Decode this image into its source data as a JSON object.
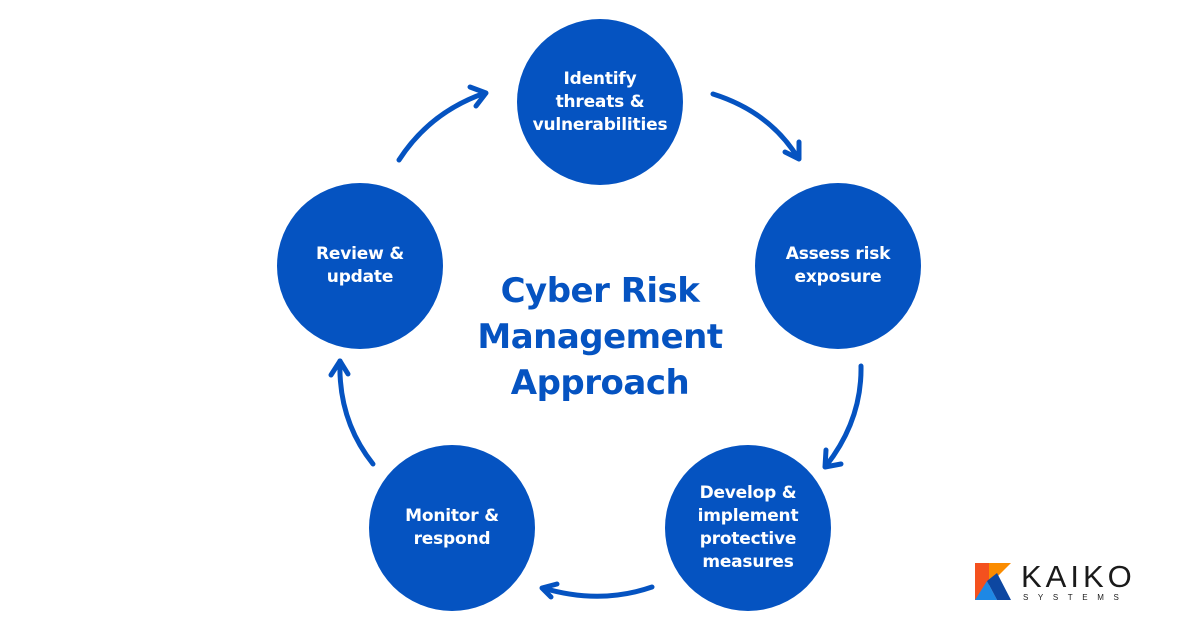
{
  "diagram": {
    "title": "Cyber Risk\nManagement\nApproach",
    "accent_color": "#0553C1",
    "steps": [
      {
        "label": "Identify\nthreats &\nvulnerabilities"
      },
      {
        "label": "Assess risk\nexposure"
      },
      {
        "label": "Develop &\nimplement\nprotective\nmeasures"
      },
      {
        "label": "Monitor &\nrespond"
      },
      {
        "label": "Review &\nupdate"
      }
    ],
    "flow": "cyclic-clockwise"
  },
  "logo": {
    "name": "KAIKO",
    "tagline": "SYSTEMS",
    "colors": [
      "#F4511E",
      "#FB8C00",
      "#1E88E5",
      "#0D47A1"
    ]
  }
}
